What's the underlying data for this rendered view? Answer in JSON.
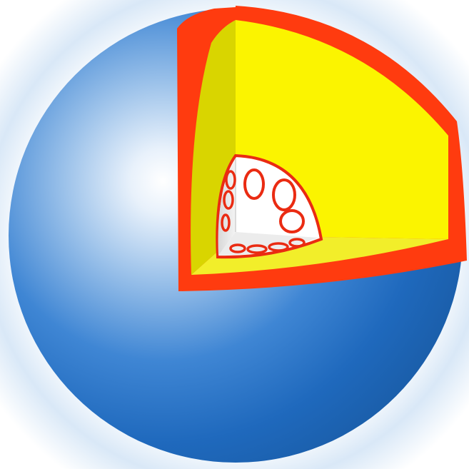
{
  "diagram": {
    "subject": "sphere-cutaway-with-layered-interior",
    "layers": [
      {
        "name": "outer-sphere-surface",
        "color": "#1f6fc4"
      },
      {
        "name": "outer-shell-layer",
        "color": "#ff3b0f"
      },
      {
        "name": "middle-layer",
        "color": "#fbf400"
      },
      {
        "name": "inner-core",
        "color": "#eeeeee"
      }
    ],
    "core_ring_color": "#ea2b12",
    "background_glow": "#c9def4"
  }
}
